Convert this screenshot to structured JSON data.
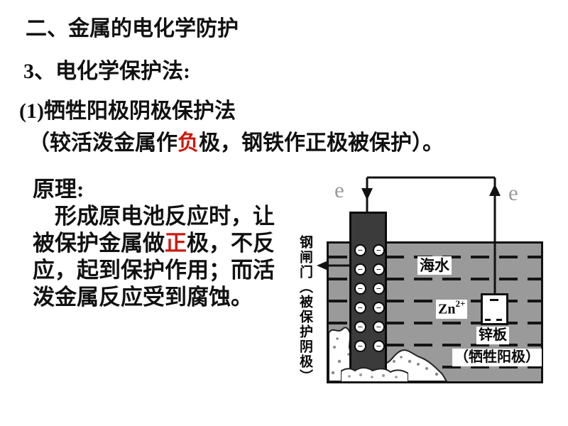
{
  "slide": {
    "title": "二、金属的电化学防护",
    "subtitle": "3、电化学保护法:",
    "method_title": "(1)牺牲阳极阴极保护法",
    "note_pre": "（较活泼金属作",
    "note_red": "负",
    "note_post": "极，钢铁作正极被保护）。",
    "principle": {
      "heading": "原理:",
      "line1": "形成原电池反应时，让",
      "line2_pre": "被保护金属做",
      "line2_red": "正",
      "line2_post": "极，不反",
      "line3": "应，起到保护作用；而活",
      "line4": "泼金属反应受到腐蚀。"
    },
    "accent_red": "#cc1b10"
  },
  "diagram": {
    "electron_left": "e",
    "electron_right": "e",
    "labels": {
      "seawater": "海水",
      "zinc_ion_base": "Zn",
      "zinc_ion_sup": "2+",
      "zinc_plate": "锌板",
      "sacrificial_anode": "（牺牲阳极）",
      "steel_gate": "钢闸门︵被保护阴极︶"
    },
    "minus": {
      "symbol": "−",
      "rows": 6,
      "cols": 2
    },
    "colors": {
      "water": "#9a9a9a",
      "electrode": "#3b3b3b",
      "wire": "#111111",
      "electron_label": "#9b9b9b"
    }
  }
}
